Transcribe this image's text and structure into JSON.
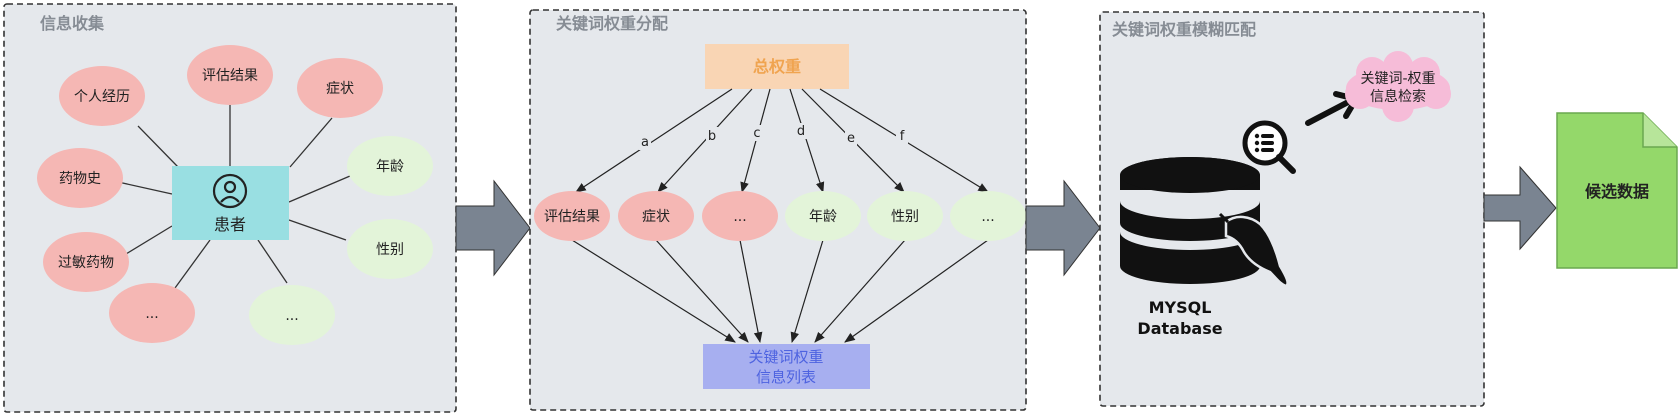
{
  "colors": {
    "panel_fill": "#e5e8ec",
    "panel_border": "#333333",
    "panel_title": "#868c94",
    "pink": "#f5b7b4",
    "green": "#e3f4d9",
    "cyan": "#99dfe2",
    "orange_box": "#f9d5b4",
    "orange_text": "#f0a450",
    "blue_box": "#a7aff0",
    "blue_text": "#4e63e0",
    "arrow_gray": "#7a8491",
    "cloud_pink": "#f6bcd8",
    "doc_green": "#94d86a",
    "doc_border": "#6aa84f"
  },
  "panel1": {
    "title": "信息收集",
    "center": "患者",
    "center_icon": "user-circle-icon",
    "nodes": {
      "n1": "个人经历",
      "n2": "评估结果",
      "n3": "症状",
      "n4": "药物史",
      "n5": "年龄",
      "n6": "过敏药物",
      "n7": "性别",
      "n8": "...",
      "n9": "..."
    }
  },
  "panel2": {
    "title": "关键词权重分配",
    "top": "总权重",
    "edge_labels": {
      "a": "a",
      "b": "b",
      "c": "c",
      "d": "d",
      "e": "e",
      "f": "f"
    },
    "nodes": {
      "m1": "评估结果",
      "m2": "症状",
      "m3": "...",
      "m4": "年龄",
      "m5": "性别",
      "m6": "..."
    },
    "bottom_line1": "关键词权重",
    "bottom_line2": "信息列表"
  },
  "panel3": {
    "title": "关键词权重模糊匹配",
    "cloud_line1": "关键词-权重",
    "cloud_line2": "信息检索",
    "db_line1": "MYSQL",
    "db_line2": "Database",
    "db_icon": "database-icon",
    "search_icon": "search-list-icon",
    "dolphin_icon": "mysql-dolphin-icon"
  },
  "result": {
    "label": "候选数据",
    "icon": "document-icon"
  }
}
